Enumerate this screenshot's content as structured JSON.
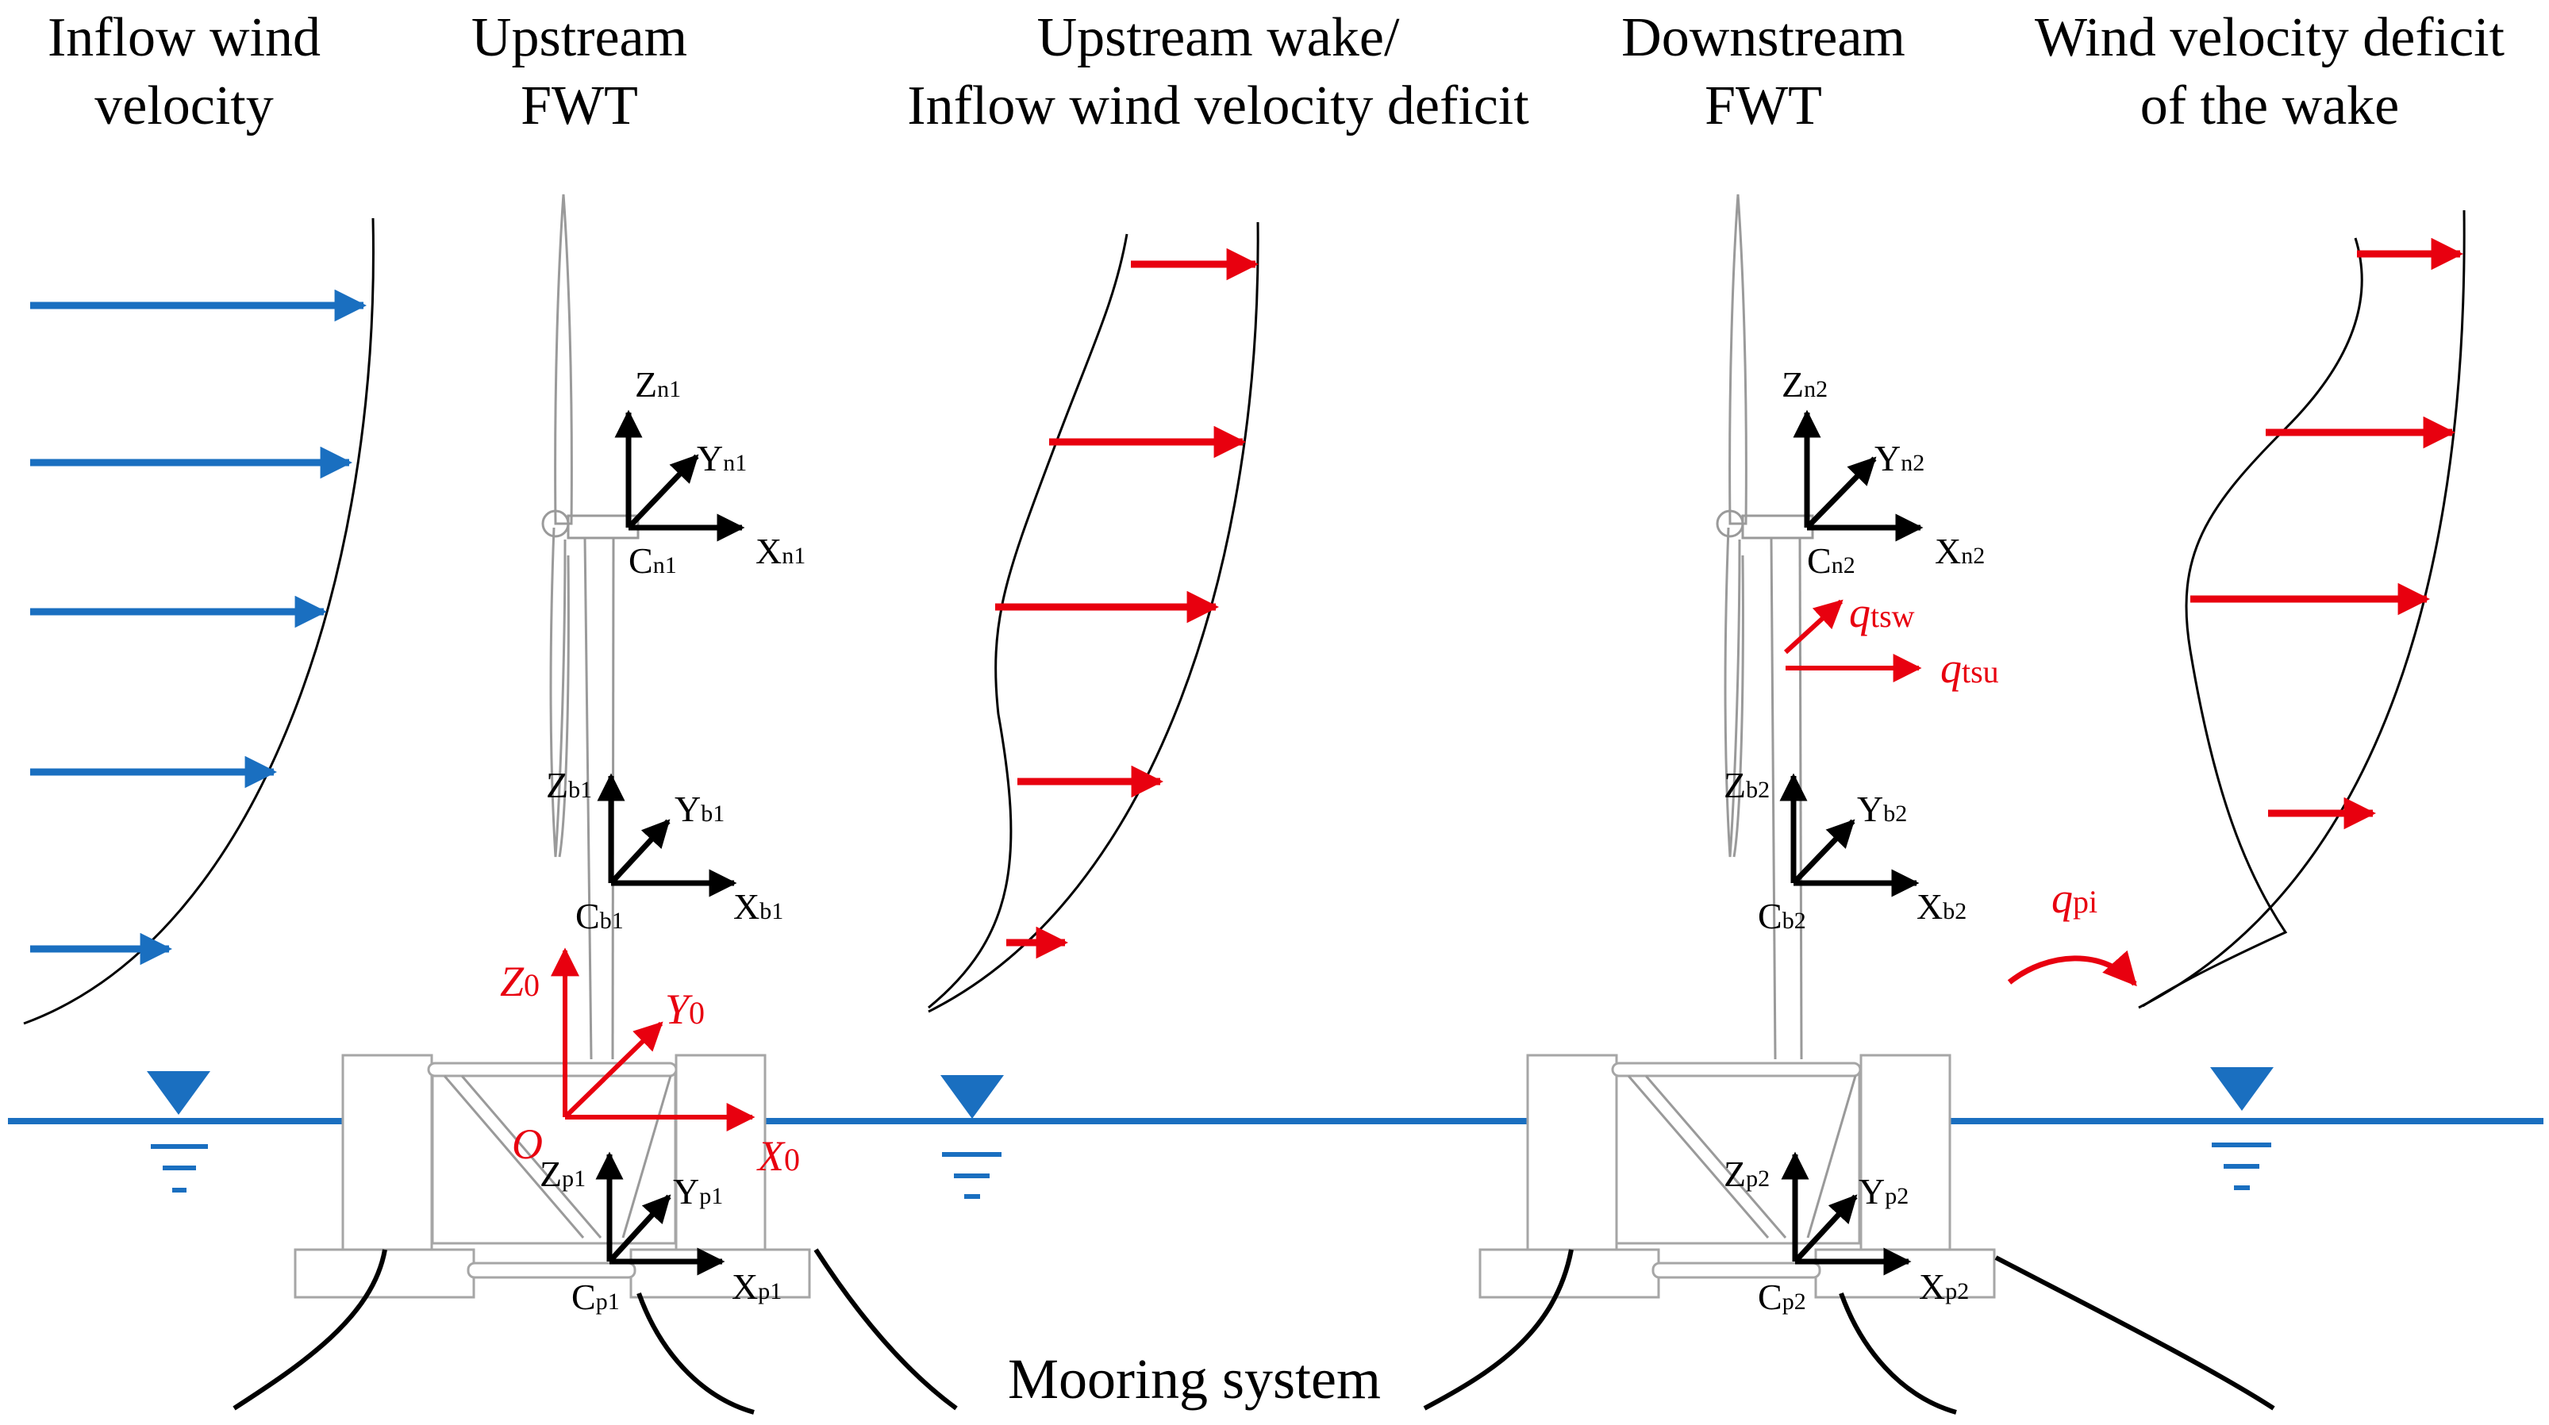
{
  "titles": {
    "inflow": [
      "Inflow wind",
      "velocity"
    ],
    "upstream_fwt": [
      "Upstream",
      "FWT"
    ],
    "upstream_wake": [
      "Upstream wake/",
      "Inflow wind velocity deficit"
    ],
    "downstream_fwt": [
      "Downstream",
      "FWT"
    ],
    "deficit": [
      "Wind velocity deficit",
      "of the wake"
    ]
  },
  "caption": "Mooring system",
  "frames": {
    "n1": {
      "x": [
        "X",
        "n1"
      ],
      "y": [
        "Y",
        "n1"
      ],
      "z": [
        "Z",
        "n1"
      ],
      "c": [
        "C",
        "n1"
      ]
    },
    "b1": {
      "x": [
        "X",
        "b1"
      ],
      "y": [
        "Y",
        "b1"
      ],
      "z": [
        "Z",
        "b1"
      ],
      "c": [
        "C",
        "b1"
      ]
    },
    "p1": {
      "x": [
        "X",
        "p1"
      ],
      "y": [
        "Y",
        "p1"
      ],
      "z": [
        "Z",
        "p1"
      ],
      "c": [
        "C",
        "p1"
      ]
    },
    "n2": {
      "x": [
        "X",
        "n2"
      ],
      "y": [
        "Y",
        "n2"
      ],
      "z": [
        "Z",
        "n2"
      ],
      "c": [
        "C",
        "n2"
      ]
    },
    "b2": {
      "x": [
        "X",
        "b2"
      ],
      "y": [
        "Y",
        "b2"
      ],
      "z": [
        "Z",
        "b2"
      ],
      "c": [
        "C",
        "b2"
      ]
    },
    "p2": {
      "x": [
        "X",
        "p2"
      ],
      "y": [
        "Y",
        "p2"
      ],
      "z": [
        "Z",
        "p2"
      ],
      "c": [
        "C",
        "p2"
      ]
    }
  },
  "global_frame": {
    "origin": "O",
    "x": [
      "X",
      "0"
    ],
    "y": [
      "Y",
      "0"
    ],
    "z": [
      "Z",
      "0"
    ]
  },
  "loads": {
    "tsw": [
      "q",
      "tsw"
    ],
    "tsu": [
      "q",
      "tsu"
    ],
    "pi": [
      "q",
      "pi"
    ]
  },
  "colors": {
    "inflow_arrows": "#1a6fc0",
    "wake_arrows": "#e8000f",
    "water_line": "#1a6fc0",
    "frame_axes": "#000000",
    "turbine_lines": "#9a9a9a"
  },
  "icons": [
    "water-level-icon",
    "arrow-icon",
    "curved-arrow-icon"
  ]
}
